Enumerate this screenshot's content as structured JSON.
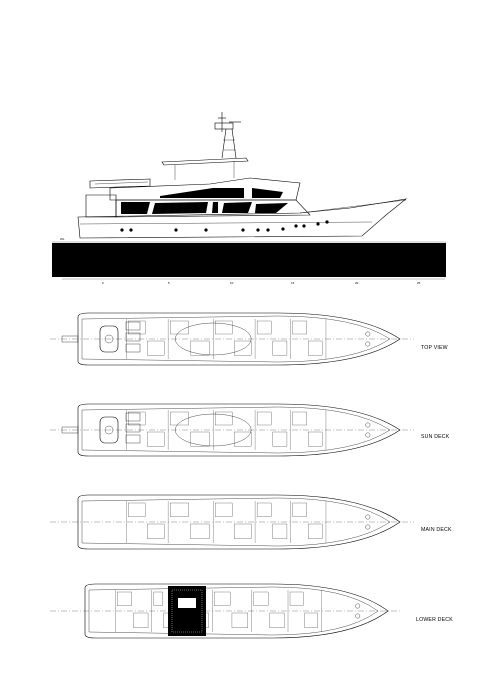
{
  "profile": {
    "waterline_marker": "WL",
    "station_ticks": [
      "0",
      "5",
      "10",
      "15",
      "20",
      "25"
    ]
  },
  "decks": [
    {
      "id": "top-view",
      "label": "TOP VIEW"
    },
    {
      "id": "sun-deck",
      "label": "SUN DECK"
    },
    {
      "id": "main-deck",
      "label": "MAIN DECK"
    },
    {
      "id": "lower-deck",
      "label": "LOWER DECK"
    }
  ],
  "colors": {
    "ink": "#000000",
    "paper": "#ffffff"
  }
}
